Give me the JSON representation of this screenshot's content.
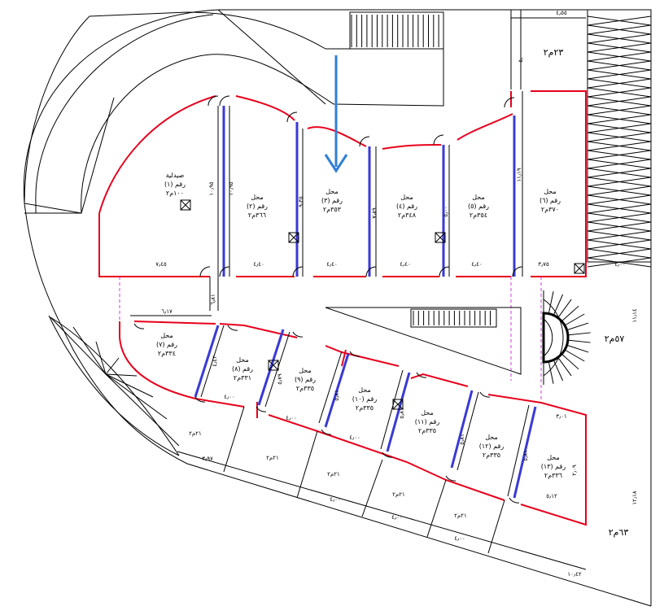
{
  "shops": [
    {
      "name": "صيدلية",
      "number": "رقم (١)",
      "area": "١٠٠م٢"
    },
    {
      "name": "محل",
      "number": "رقم (٢)",
      "area": "٣٦٦م٢"
    },
    {
      "name": "محل",
      "number": "رقم (٣)",
      "area": "٣٥٣م٢"
    },
    {
      "name": "محل",
      "number": "رقم (٤)",
      "area": "٣٤٨م٢"
    },
    {
      "name": "محل",
      "number": "رقم (٥)",
      "area": "٣٥٤م٢"
    },
    {
      "name": "محل",
      "number": "رقم (٦)",
      "area": "٣٧٠م٢"
    },
    {
      "name": "محل",
      "number": "رقم (٧)",
      "area": "٣٣٤م٢"
    },
    {
      "name": "محل",
      "number": "رقم (٨)",
      "area": "٣٣١م٢"
    },
    {
      "name": "محل",
      "number": "رقم (٩)",
      "area": "٣٣٥م٢"
    },
    {
      "name": "محل",
      "number": "رقم (١٠)",
      "area": "٣٣٥م٢"
    },
    {
      "name": "محل",
      "number": "رقم (١١)",
      "area": "٣٣٥م٢"
    },
    {
      "name": "محل",
      "number": "رقم (١٢)",
      "area": "٣٣٥م٢"
    },
    {
      "name": "محل",
      "number": "رقم (١٣)",
      "area": "٣٣٦م٢"
    }
  ],
  "area_labels": {
    "corner_top": "٢٣م٢",
    "right_mid": "٥٧م٢",
    "right_bottom": "٦٣م٢",
    "bottom_cells": [
      "٢١م٢",
      "٢١م٢",
      "٢١م٢",
      "٢١م٢",
      "٢١م٢"
    ]
  },
  "dimensions": {
    "top_width": "٤٫٥٥",
    "top_side": "٥٫٠٠",
    "pharmacy_width": "٧٫٤٥",
    "shop_width": "٤٫٤٠",
    "shop6_width": "٣٫٧٥",
    "right_end": "٤٫٠٠",
    "depth_a": "١٠٫٩٥",
    "depth_b": "١٠٫٩٥",
    "depth_c": "٩٫٣٥",
    "depth_d": "٧٫٨٩",
    "depth_e": "٥٫٠٠",
    "depth_f": "١١٫١٩",
    "corridor": "٦٫١٧",
    "corridor_h": "٦٫٨١",
    "right_height": "١١٫١٤",
    "right_height2": "١٢٫١٨",
    "lower_depth_a": "٤٫٤٣",
    "lower_depth_b": "٥٫٧٩",
    "lower_depth_c": "٥٫٨١",
    "lower_depth_d": "٥٫٨١",
    "lower_depth_e": "٥٫٨١",
    "lower_depth_f": "٢٫٠٩",
    "lower_width": "٤٫٠٠",
    "bottom_left": "٣٫٩٧",
    "bottom_right": "١٠٫٤٢",
    "shop13_w": "٣٫٠١",
    "shop13_b": "٥٫١٢"
  },
  "arrow_color": "#2f7fd8",
  "wall_color": "#e8001c",
  "glazing_color": "#3a3ad6"
}
